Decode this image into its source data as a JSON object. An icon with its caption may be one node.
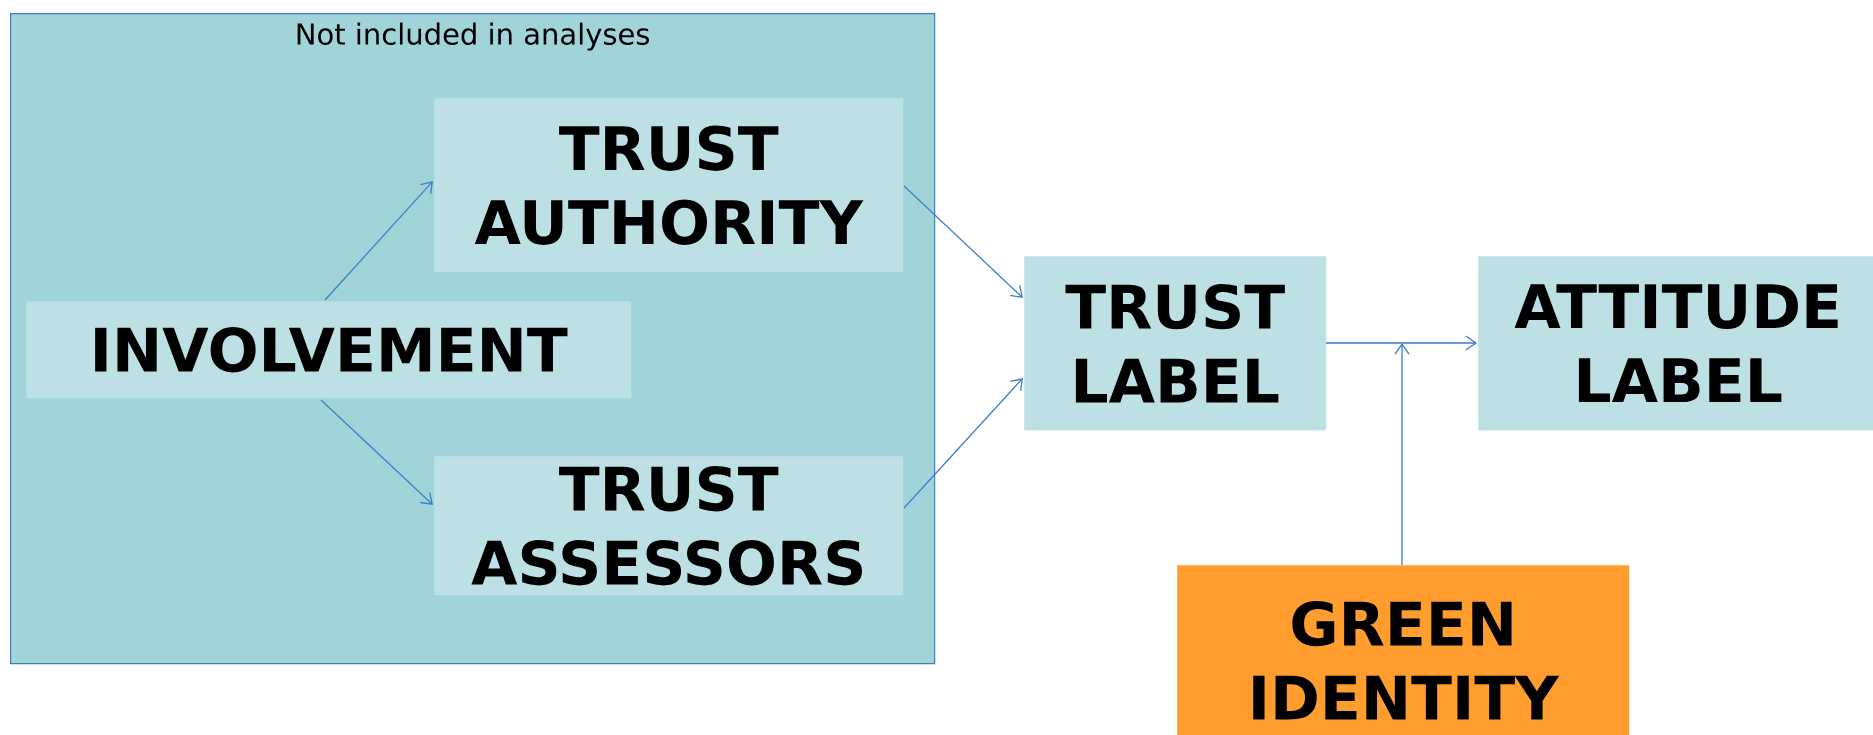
{
  "diagram": {
    "nodes": [
      {
        "text": [
          "Not included in analyses"
        ]
      },
      {
        "text": [
          "TRUST AUTHORITY"
        ],
        "in": 0
      },
      {
        "text": [
          "INVOLVEMENT"
        ],
        "in": 0
      },
      {
        "text": [
          "TRUST ASSESSORS"
        ],
        "in": 0
      },
      {
        "text": [
          "TRUST LABEL"
        ]
      },
      {
        "text": [
          "ATTITUDE LABEL"
        ]
      },
      {
        "text": [
          "GREEN IDENTITY"
        ]
      }
    ],
    "edges": [
      {
        "from": 2,
        "to": 1,
        "arrow": "to"
      },
      {
        "from": 2,
        "to": 3,
        "arrow": "to"
      },
      {
        "from": 1,
        "to": 4,
        "arrow": "to"
      },
      {
        "from": 3,
        "to": 4,
        "arrow": "to"
      },
      {
        "from": 4,
        "to": 5,
        "arrow": "to"
      },
      {
        "from": 6,
        "to": null,
        "arrow": "to"
      }
    ]
  }
}
